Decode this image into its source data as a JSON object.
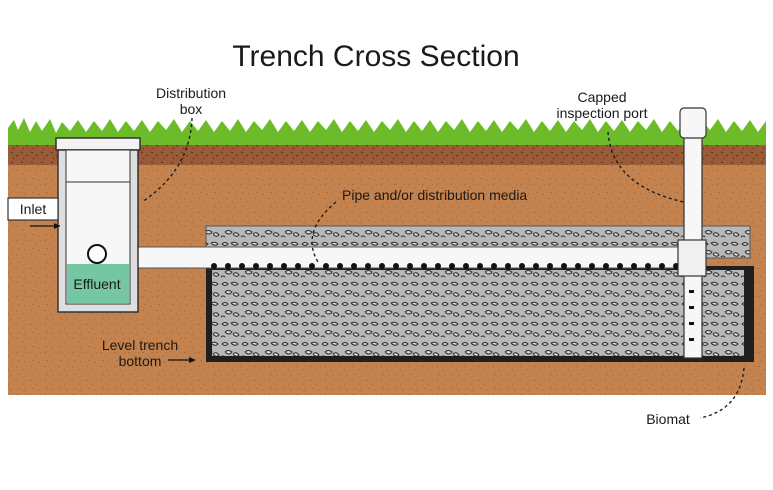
{
  "title": "Trench Cross Section",
  "labels": {
    "distribution_box_line1": "Distribution",
    "distribution_box_line2": "box",
    "inspection_port_line1": "Capped",
    "inspection_port_line2": "inspection port",
    "pipe_media": "Pipe and/or distribution media",
    "inlet": "Inlet",
    "effluent": "Effluent",
    "level_bottom_line1": "Level trench",
    "level_bottom_line2": "bottom",
    "biomat": "Biomat"
  },
  "colors": {
    "soil": "#c4834e",
    "grass": "#6cbc2a",
    "topsoil": "#8a4f30",
    "gravel": "#b0b0b0",
    "biomat": "#1f1f1f",
    "effluent": "#74c7a2",
    "box": "#dedede"
  }
}
